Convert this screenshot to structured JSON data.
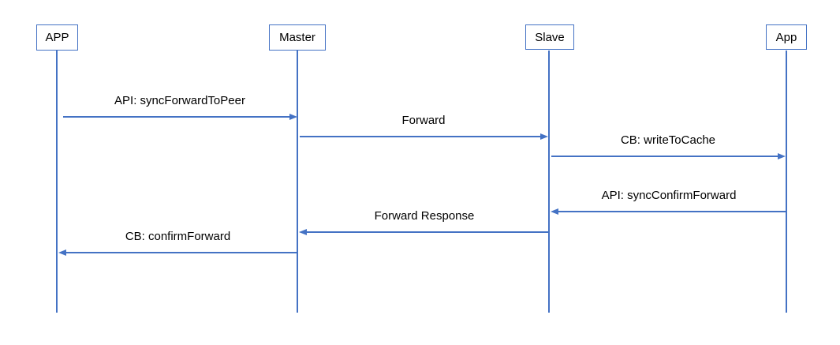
{
  "diagram": {
    "type": "sequence-diagram",
    "colors": {
      "accent": "#4472C4",
      "text": "#000000",
      "background": "#FFFFFF"
    },
    "actors": [
      {
        "label": "APP"
      },
      {
        "label": "Master"
      },
      {
        "label": "Slave"
      },
      {
        "label": "App"
      }
    ],
    "messages": [
      {
        "label": "API: syncForwardToPeer",
        "from": "APP",
        "to": "Master",
        "direction": "right"
      },
      {
        "label": "Forward",
        "from": "Master",
        "to": "Slave",
        "direction": "right"
      },
      {
        "label": "CB: writeToCache",
        "from": "Slave",
        "to": "App",
        "direction": "right"
      },
      {
        "label": "API: syncConfirmForward",
        "from": "App",
        "to": "Slave",
        "direction": "left"
      },
      {
        "label": "Forward Response",
        "from": "Slave",
        "to": "Master",
        "direction": "left"
      },
      {
        "label": "CB: confirmForward",
        "from": "Master",
        "to": "APP",
        "direction": "left"
      }
    ]
  }
}
